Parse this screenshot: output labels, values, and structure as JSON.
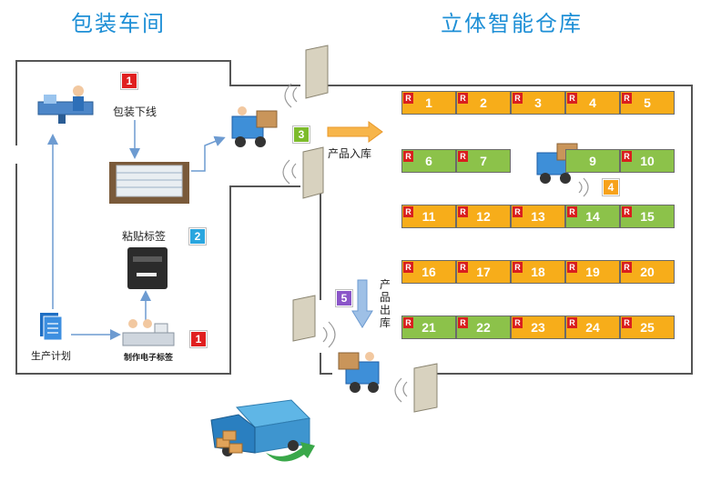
{
  "titles": {
    "workshop": "包装车间",
    "warehouse": "立体智能仓库"
  },
  "labels": {
    "pack_line": "包装下线",
    "stick_label": "粘贴标签",
    "production_plan": "生产计划",
    "make_tag": "制作电子标签",
    "product_in": "产品入库",
    "product_out_1": "产",
    "product_out_2": "品",
    "product_out_3": "出",
    "product_out_4": "库"
  },
  "badges": {
    "b1a": "1",
    "b1b": "1",
    "b2": "2",
    "b3": "3",
    "b4": "4",
    "b5": "5"
  },
  "shelves": [
    {
      "cells": [
        {
          "n": "1",
          "r": "R",
          "c": "o"
        },
        {
          "n": "2",
          "r": "R",
          "c": "o"
        },
        {
          "n": "3",
          "r": "R",
          "c": "o"
        },
        {
          "n": "4",
          "r": "R",
          "c": "o"
        },
        {
          "n": "5",
          "r": "R",
          "c": "o"
        }
      ]
    },
    {
      "cells": [
        {
          "n": "6",
          "r": "R",
          "c": "g"
        },
        {
          "n": "7",
          "r": "R",
          "c": "g"
        },
        {
          "n": "",
          "r": "",
          "c": "e"
        },
        {
          "n": "9",
          "r": "",
          "c": "g"
        },
        {
          "n": "10",
          "r": "R",
          "c": "g"
        }
      ]
    },
    {
      "cells": [
        {
          "n": "11",
          "r": "R",
          "c": "o"
        },
        {
          "n": "12",
          "r": "R",
          "c": "o"
        },
        {
          "n": "13",
          "r": "R",
          "c": "o"
        },
        {
          "n": "14",
          "r": "R",
          "c": "g"
        },
        {
          "n": "15",
          "r": "R",
          "c": "g"
        }
      ]
    },
    {
      "cells": [
        {
          "n": "16",
          "r": "R",
          "c": "o"
        },
        {
          "n": "17",
          "r": "R",
          "c": "o"
        },
        {
          "n": "18",
          "r": "R",
          "c": "o"
        },
        {
          "n": "19",
          "r": "R",
          "c": "o"
        },
        {
          "n": "20",
          "r": "R",
          "c": "o"
        }
      ]
    },
    {
      "cells": [
        {
          "n": "21",
          "r": "R",
          "c": "g"
        },
        {
          "n": "22",
          "r": "R",
          "c": "g"
        },
        {
          "n": "23",
          "r": "R",
          "c": "o"
        },
        {
          "n": "24",
          "r": "R",
          "c": "o"
        },
        {
          "n": "25",
          "r": "R",
          "c": "o"
        }
      ]
    }
  ],
  "colors": {
    "orange": "#f7ad1a",
    "green": "#8cc24a",
    "blue": "#1e8fd6",
    "red": "#d91e1e"
  }
}
